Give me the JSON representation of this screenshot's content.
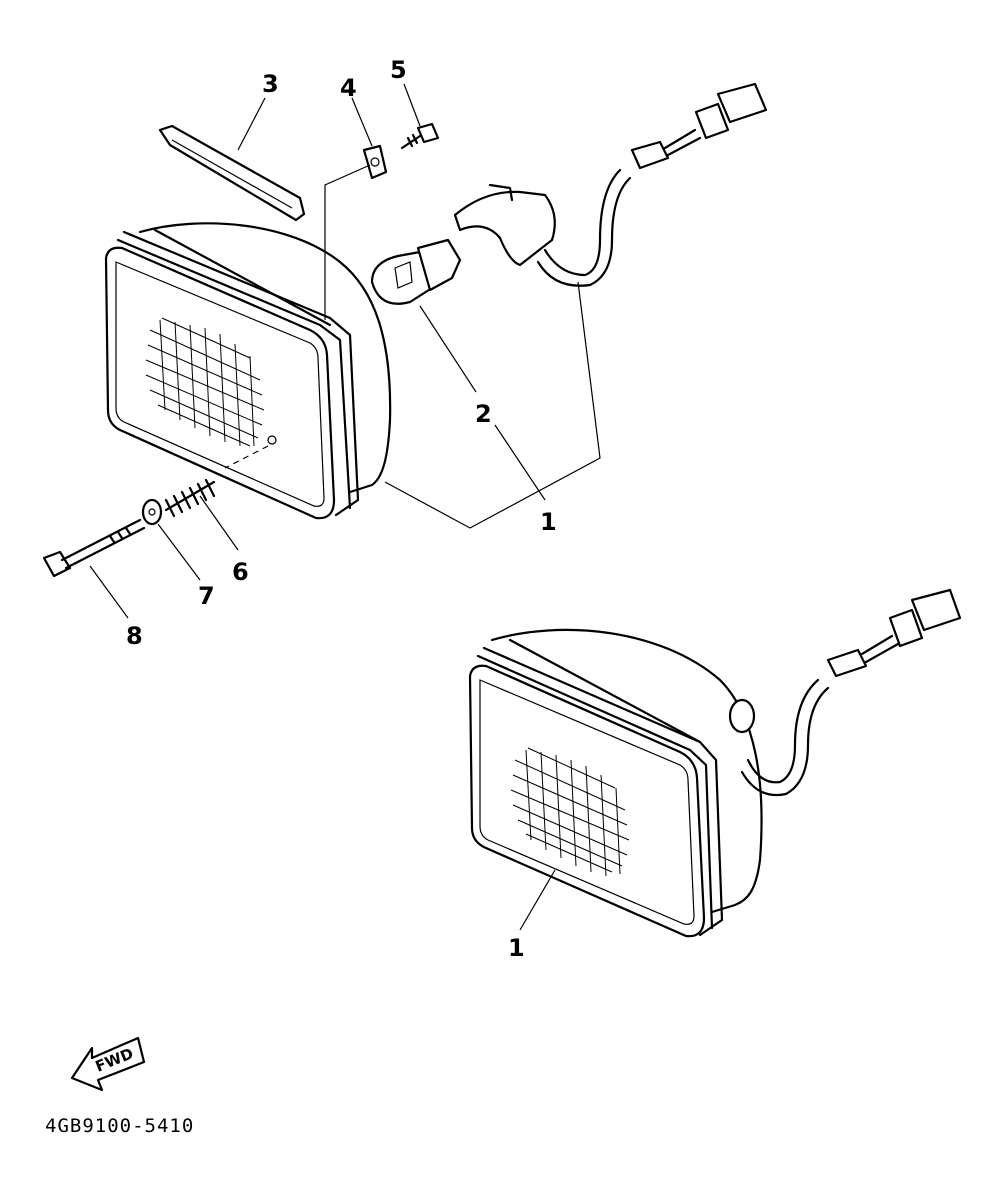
{
  "callouts": {
    "c1a": "1",
    "c1b": "1",
    "c2": "2",
    "c3": "3",
    "c4": "4",
    "c5": "5",
    "c6": "6",
    "c7": "7",
    "c8": "8"
  },
  "direction_label": "FWD",
  "diagram_code": "4GB9100-5410"
}
